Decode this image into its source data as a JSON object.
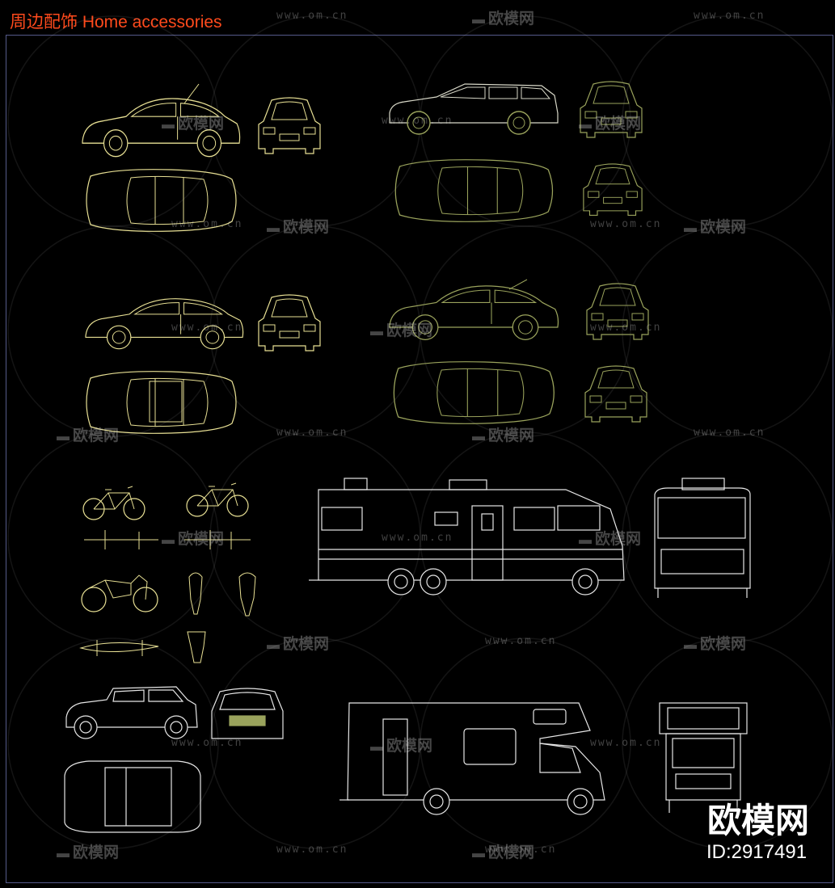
{
  "header": {
    "title": "周边配饰 Home accessories"
  },
  "watermark": {
    "site": "www.om.cn",
    "logo_text": "欧模网"
  },
  "brand": {
    "name": "欧模网",
    "id": "ID:2917491"
  },
  "colors": {
    "background": "#000000",
    "title": "#ff4a1c",
    "line_yellow": "#e8e094",
    "line_olive": "#9aa35c",
    "line_white": "#e6e6e6",
    "frame": "#555a8a"
  },
  "icons": [
    "car-side-view",
    "car-front-view",
    "car-top-view",
    "bicycle",
    "motorcycle",
    "motorhome",
    "camper-van"
  ]
}
